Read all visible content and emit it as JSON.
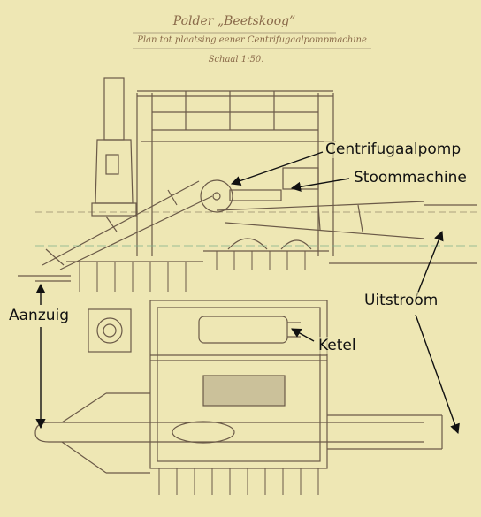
{
  "header": {
    "title": "Polder „Beetskoog”",
    "subtitle": "Plan tot plaatsing eener Centrifugaalpompmachine",
    "scale": "Schaal 1:50."
  },
  "labels": {
    "centrifugaalpomp": "Centrifugaalpomp",
    "stoommachine": "Stoommachine",
    "uitstroom": "Uitstroom",
    "aanzuig": "Aanzuig",
    "ketel": "Ketel"
  },
  "colors": {
    "paper": "#eee7b4",
    "ink": "#6b5a48",
    "arrow": "#111111"
  }
}
